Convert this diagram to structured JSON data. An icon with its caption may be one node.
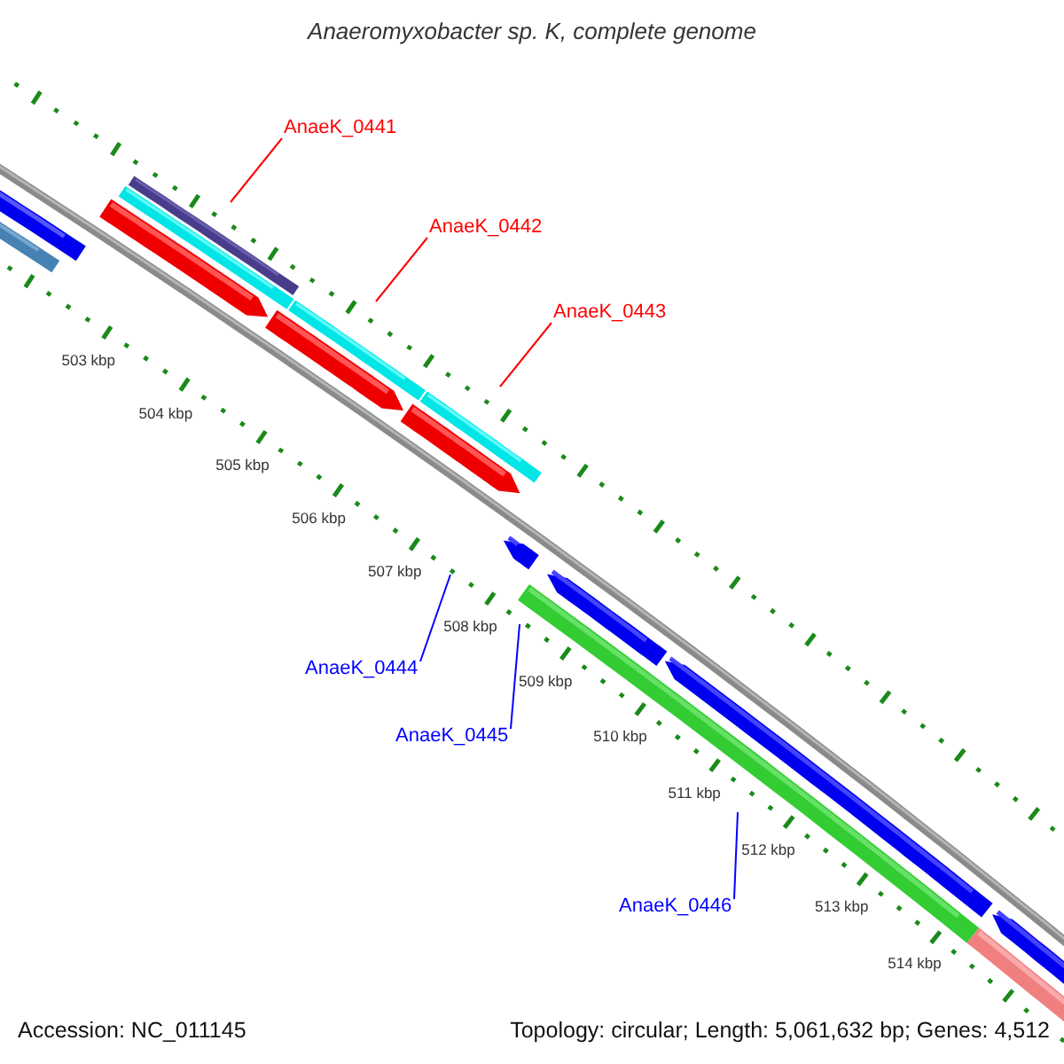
{
  "diagram": {
    "title": "Anaeromyxobacter sp. K, complete genome",
    "nodes": [
      {
        "text": [
          "AnaeK_0441"
        ]
      },
      {
        "text": [
          "AnaeK_0442"
        ]
      },
      {
        "text": [
          "AnaeK_0443"
        ]
      },
      {
        "text": [
          "AnaeK_0444"
        ]
      },
      {
        "text": [
          "AnaeK_0445"
        ]
      },
      {
        "text": [
          "AnaeK_0446"
        ]
      }
    ],
    "edges": [
      {
        "from": 0,
        "to": null,
        "arrow": "none",
        "color": "#ff0000"
      },
      {
        "from": 1,
        "to": null,
        "arrow": "none",
        "color": "#ff0000"
      },
      {
        "from": 2,
        "to": null,
        "arrow": "none",
        "color": "#ff0000"
      },
      {
        "from": 3,
        "to": null,
        "arrow": "none",
        "color": "#0000ff"
      },
      {
        "from": 4,
        "to": null,
        "arrow": "none",
        "color": "#0000ff"
      },
      {
        "from": 5,
        "to": null,
        "arrow": "none",
        "color": "#0000ff"
      }
    ],
    "labels": [
      "503 kbp",
      "504 kbp",
      "505 kbp",
      "506 kbp",
      "507 kbp",
      "508 kbp",
      "509 kbp",
      "510 kbp",
      "511 kbp",
      "512 kbp",
      "513 kbp",
      "514 kbp",
      "Accession: NC_011145",
      "Topology: circular; Length: 5,061,632 bp; Genes: 4,512"
    ]
  }
}
